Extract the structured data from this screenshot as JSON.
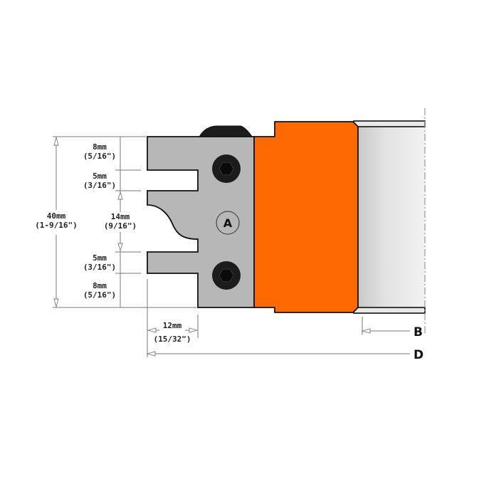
{
  "diagram": {
    "type": "router cutter profile technical drawing",
    "colors": {
      "body_orange": "#ff6a00",
      "knife_gray": "#b7b7b7",
      "screw_black": "#1c1c1c",
      "bore_light": "#e6e6e6",
      "outline": "#111111"
    },
    "knife_label": "A",
    "dimensions": {
      "overall_height": {
        "mm": "40mm",
        "inch": "(1-9/16\")"
      },
      "top_tooth": {
        "mm": "8mm",
        "inch": "(5/16\")"
      },
      "upper_slot": {
        "mm": "5mm",
        "inch": "(3/16\")"
      },
      "middle_profile": {
        "mm": "14mm",
        "inch": "(9/16\")"
      },
      "lower_slot": {
        "mm": "5mm",
        "inch": "(3/16\")"
      },
      "bottom_tooth": {
        "mm": "8mm",
        "inch": "(5/16\")"
      },
      "slot_depth": {
        "mm": "12mm",
        "inch": "(15/32\")"
      }
    },
    "letters": {
      "bore": "B",
      "diameter": "D"
    }
  }
}
